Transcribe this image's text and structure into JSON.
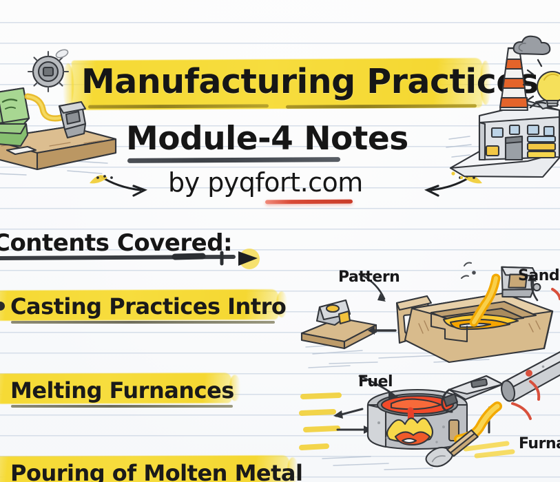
{
  "header": {
    "title_main": "Manufacturing Practices",
    "title_sub": "Module-4 Notes",
    "byline": "by pyqfort.com"
  },
  "contents": {
    "heading": "Contents Covered:",
    "items": [
      {
        "label": "Casting Practices Intro"
      },
      {
        "label": "Melting Furnances"
      },
      {
        "label": "Pouring of Molten Metal"
      }
    ]
  },
  "illustrations": {
    "sand_mold": {
      "name": "sand-casting-mold",
      "labels": {
        "pattern": "Pattern",
        "sand": "Sand"
      }
    },
    "furnace": {
      "name": "melting-furnace",
      "labels": {
        "fuel": "Fuel",
        "furnace": "Furnac"
      }
    },
    "machine": {
      "name": "green-machine-on-bench"
    },
    "factory": {
      "name": "factory-with-lightbulb"
    }
  },
  "colors": {
    "highlighter_yellow": "#f6da35",
    "olive_rule": "#8d7c1c",
    "dark_rule": "#3d4147",
    "red_rule": "#d94a36",
    "ink": "#161616",
    "paper": "#fdfdfd",
    "ruled_line": "#c9d4e2",
    "molten_metal": "#f5a800",
    "machine_green": "#8cc27a",
    "wood_tan": "#c8a877",
    "metal_gray": "#b9bcc0",
    "chimney_orange": "#e4642a"
  }
}
